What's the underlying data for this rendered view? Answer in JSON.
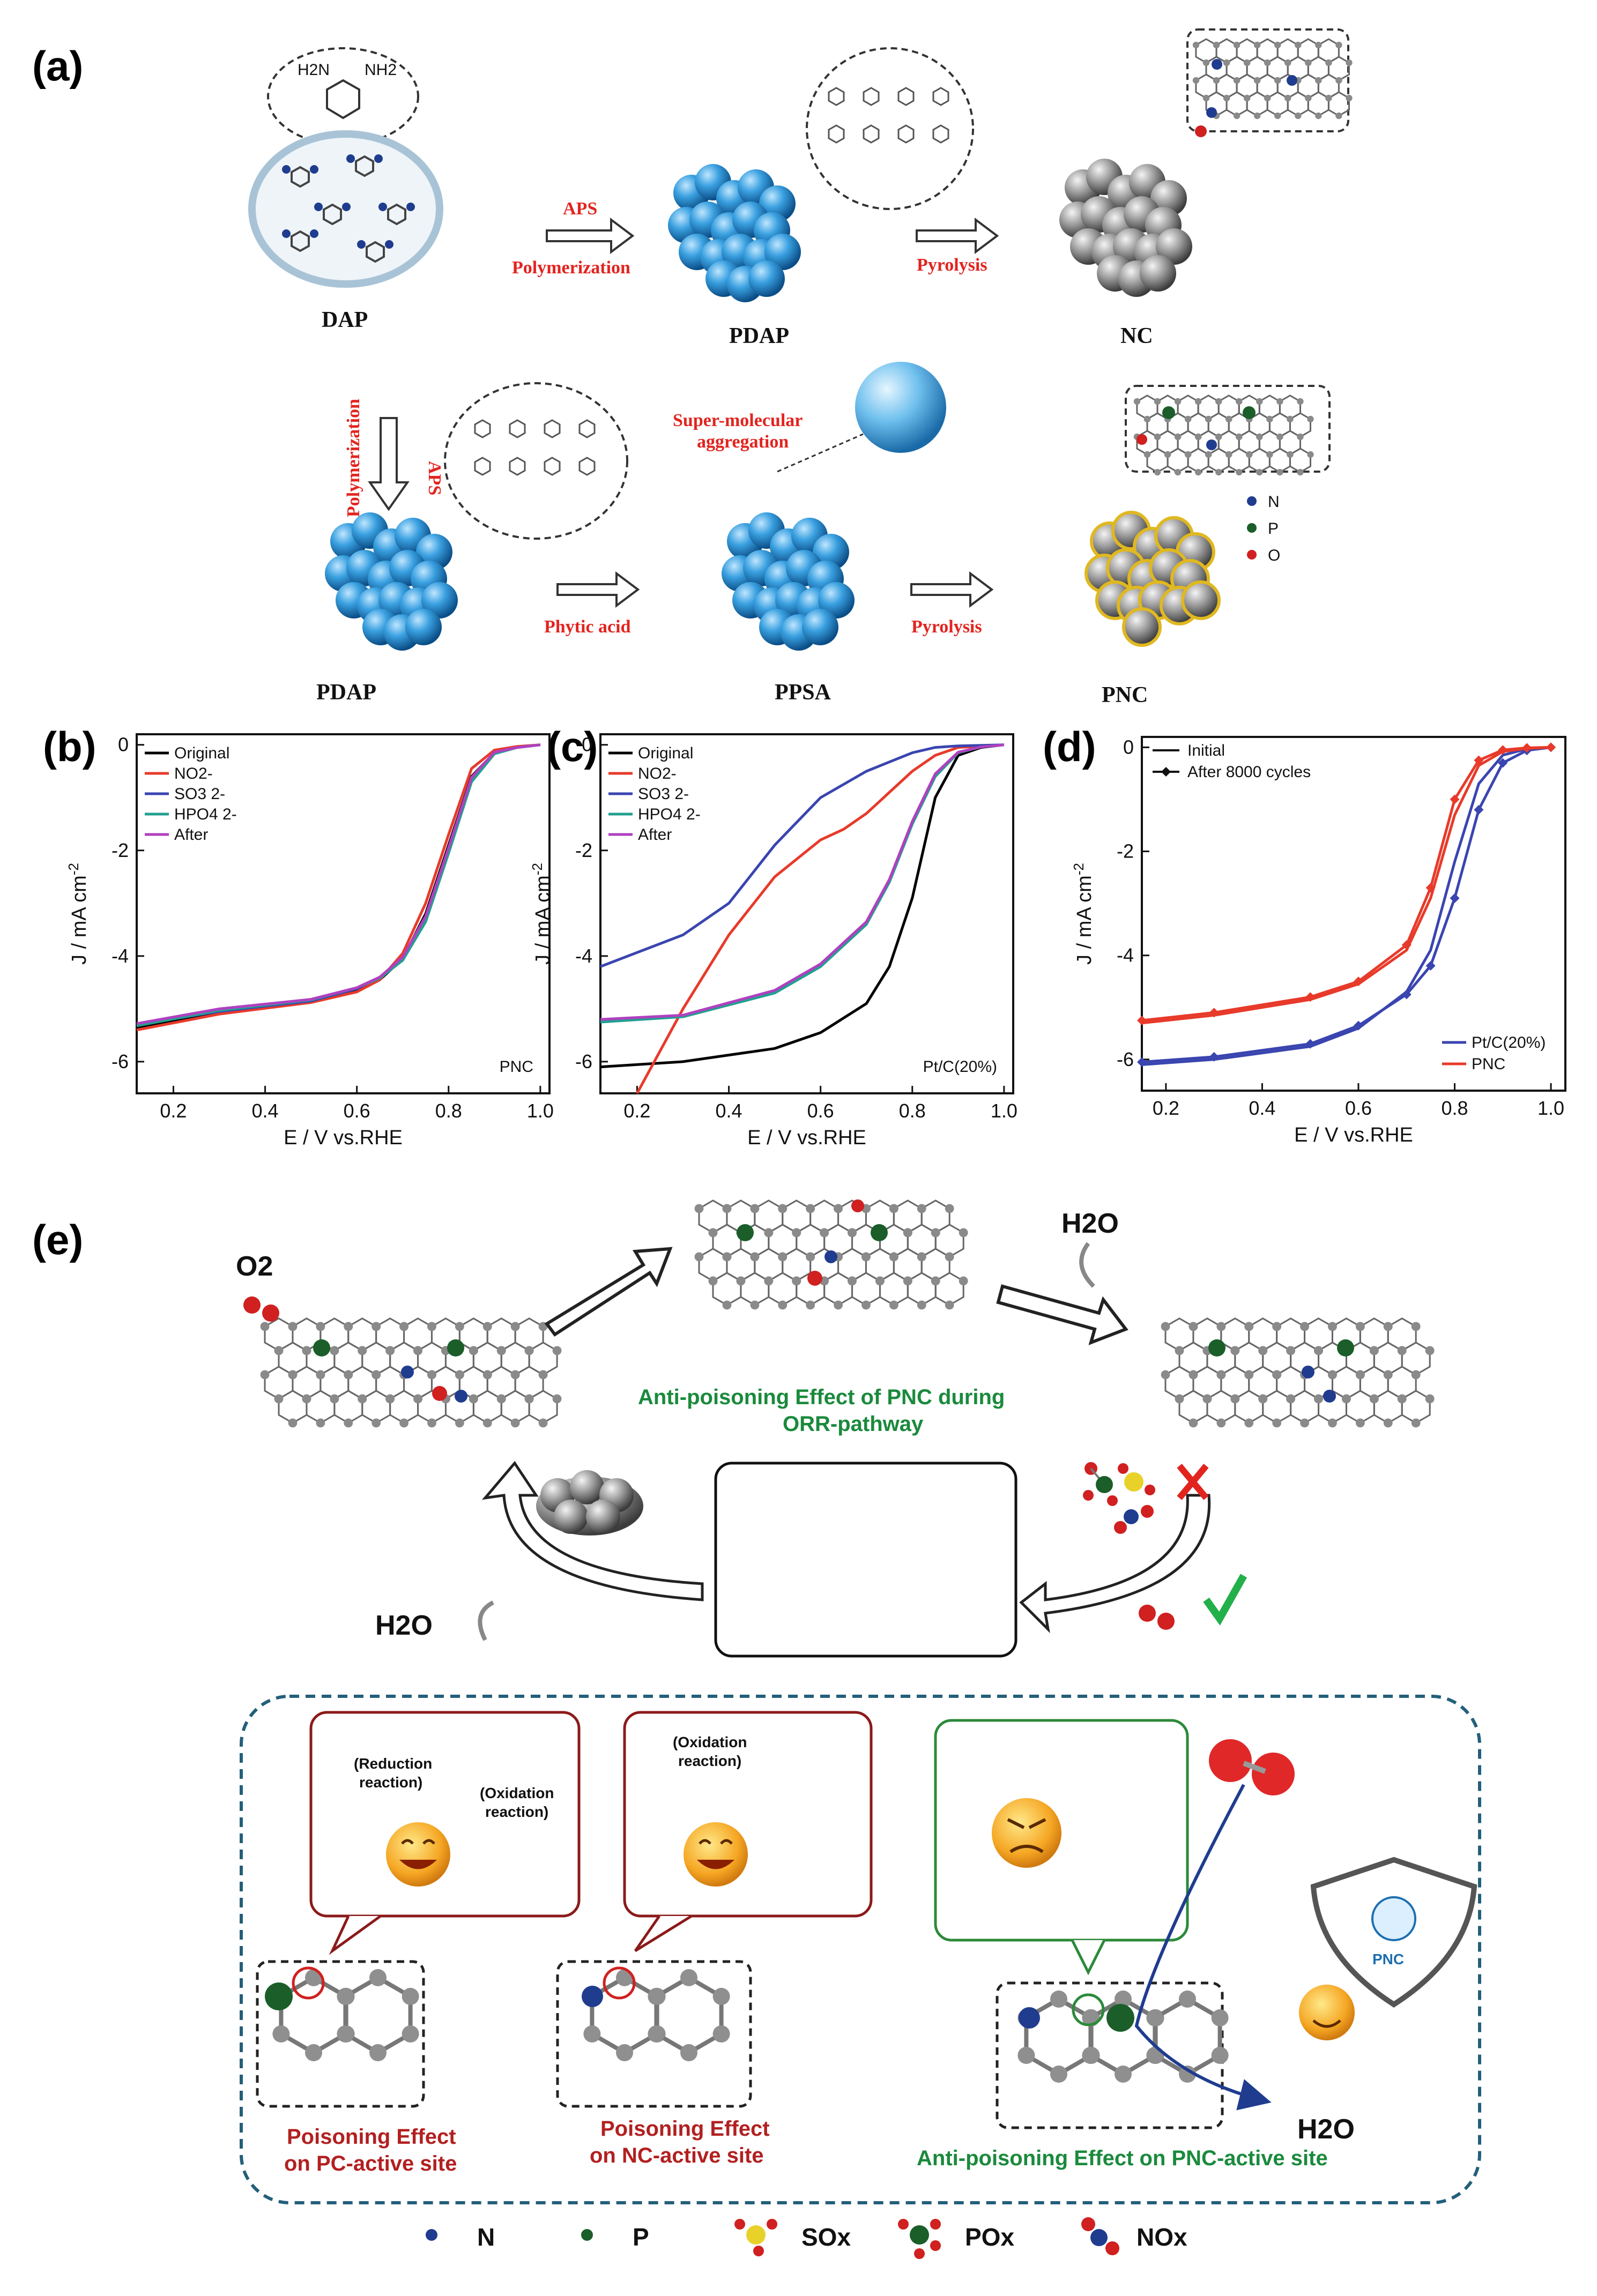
{
  "panels": {
    "a": "(a)",
    "b": "(b)",
    "c": "(c)",
    "d": "(d)",
    "e": "(e)"
  },
  "panel_a": {
    "labels": {
      "dap": "DAP",
      "pdap": "PDAP",
      "nc": "NC",
      "pdap2": "PDAP",
      "ppsa": "PPSA",
      "pnc": "PNC"
    },
    "arrows": {
      "aps": "APS",
      "polymerization": "Polymerization",
      "pyrolysis": "Pyrolysis",
      "polymerization_v": "Polymerization",
      "aps_v": "APS",
      "phytic_acid": "Phytic acid",
      "pyrolysis2": "Pyrolysis"
    },
    "supermolecular": [
      "Super-molecular",
      "aggregation"
    ],
    "molecule_label": {
      "h2n_left": "H2N",
      "nh2_right": "NH2"
    },
    "legend": [
      {
        "label": "N",
        "color": "#1f3c8f"
      },
      {
        "label": "P",
        "color": "#1b5e2a"
      },
      {
        "label": "O",
        "color": "#d02020"
      }
    ]
  },
  "charts": {
    "ylabel": "J / mA cm",
    "ylabel_sup": "-2",
    "xlabel": "E / V vs.RHE",
    "b_annot": "PNC",
    "c_annot": "Pt/C(20%)"
  },
  "chart_data": [
    {
      "type": "line",
      "panel": "b",
      "xlim": [
        0.12,
        1.02
      ],
      "ylim": [
        -6.6,
        0.2
      ],
      "xticks": [
        "0.2",
        "0.4",
        "0.6",
        "0.8",
        "1.0"
      ],
      "yticks": [
        "0",
        "-2",
        "-4",
        "-6"
      ],
      "legend_position": "top-left",
      "series": [
        {
          "name": "Original",
          "color": "#000000",
          "x": [
            0.12,
            0.3,
            0.5,
            0.6,
            0.65,
            0.7,
            0.75,
            0.8,
            0.85,
            0.9,
            0.95,
            1.0
          ],
          "y": [
            -5.35,
            -5.05,
            -4.85,
            -4.65,
            -4.45,
            -4.05,
            -3.2,
            -1.9,
            -0.6,
            -0.15,
            -0.05,
            0.0
          ]
        },
        {
          "name": "NO2-",
          "color": "#e83a2a",
          "x": [
            0.12,
            0.3,
            0.5,
            0.6,
            0.65,
            0.7,
            0.75,
            0.8,
            0.85,
            0.9,
            0.95,
            1.0
          ],
          "y": [
            -5.4,
            -5.1,
            -4.88,
            -4.68,
            -4.45,
            -3.95,
            -3.0,
            -1.7,
            -0.45,
            -0.1,
            -0.03,
            0.0
          ]
        },
        {
          "name": "SO3 2-",
          "color": "#3a45b0",
          "x": [
            0.12,
            0.3,
            0.5,
            0.6,
            0.65,
            0.7,
            0.75,
            0.8,
            0.85,
            0.9,
            0.95,
            1.0
          ],
          "y": [
            -5.3,
            -5.05,
            -4.85,
            -4.62,
            -4.4,
            -4.05,
            -3.3,
            -2.0,
            -0.65,
            -0.15,
            -0.05,
            0.0
          ]
        },
        {
          "name": "HPO4 2-",
          "color": "#21a090",
          "x": [
            0.12,
            0.3,
            0.5,
            0.6,
            0.65,
            0.7,
            0.75,
            0.8,
            0.85,
            0.9,
            0.95,
            1.0
          ],
          "y": [
            -5.32,
            -5.03,
            -4.83,
            -4.6,
            -4.42,
            -4.08,
            -3.35,
            -2.05,
            -0.7,
            -0.17,
            -0.05,
            0.0
          ]
        },
        {
          "name": "After",
          "color": "#b040c0",
          "x": [
            0.12,
            0.3,
            0.5,
            0.6,
            0.65,
            0.7,
            0.75,
            0.8,
            0.85,
            0.9,
            0.95,
            1.0
          ],
          "y": [
            -5.28,
            -5.0,
            -4.82,
            -4.6,
            -4.4,
            -4.02,
            -3.25,
            -1.95,
            -0.62,
            -0.14,
            -0.05,
            0.0
          ]
        }
      ]
    },
    {
      "type": "line",
      "panel": "c",
      "xlim": [
        0.12,
        1.02
      ],
      "ylim": [
        -6.6,
        0.2
      ],
      "xticks": [
        "0.2",
        "0.4",
        "0.6",
        "0.8",
        "1.0"
      ],
      "yticks": [
        "0",
        "-2",
        "-4",
        "-6"
      ],
      "legend_position": "top-left",
      "series": [
        {
          "name": "Original",
          "color": "#000000",
          "x": [
            0.12,
            0.3,
            0.5,
            0.6,
            0.7,
            0.75,
            0.8,
            0.85,
            0.9,
            0.95,
            1.0
          ],
          "y": [
            -6.1,
            -6.0,
            -5.75,
            -5.45,
            -4.9,
            -4.2,
            -2.9,
            -1.0,
            -0.2,
            -0.05,
            0.0
          ]
        },
        {
          "name": "NO2-",
          "color": "#e83a2a",
          "x": [
            0.2,
            0.25,
            0.3,
            0.4,
            0.5,
            0.6,
            0.65,
            0.7,
            0.75,
            0.8,
            0.85,
            0.9,
            1.0
          ],
          "y": [
            -6.6,
            -5.8,
            -5.0,
            -3.6,
            -2.5,
            -1.8,
            -1.6,
            -1.3,
            -0.9,
            -0.5,
            -0.2,
            -0.05,
            0.0
          ]
        },
        {
          "name": "SO3 2-",
          "color": "#3a45b0",
          "x": [
            0.12,
            0.3,
            0.4,
            0.5,
            0.6,
            0.7,
            0.8,
            0.85,
            0.9,
            1.0
          ],
          "y": [
            -4.2,
            -3.6,
            -3.0,
            -1.9,
            -1.0,
            -0.5,
            -0.15,
            -0.05,
            -0.02,
            0.0
          ]
        },
        {
          "name": "HPO4 2-",
          "color": "#21a090",
          "x": [
            0.12,
            0.3,
            0.5,
            0.6,
            0.7,
            0.75,
            0.8,
            0.85,
            0.9,
            0.95,
            1.0
          ],
          "y": [
            -5.25,
            -5.15,
            -4.7,
            -4.2,
            -3.4,
            -2.6,
            -1.5,
            -0.6,
            -0.15,
            -0.04,
            0.0
          ]
        },
        {
          "name": "After",
          "color": "#b040c0",
          "x": [
            0.12,
            0.3,
            0.5,
            0.6,
            0.7,
            0.75,
            0.8,
            0.85,
            0.9,
            0.95,
            1.0
          ],
          "y": [
            -5.2,
            -5.12,
            -4.65,
            -4.15,
            -3.35,
            -2.55,
            -1.45,
            -0.55,
            -0.14,
            -0.04,
            0.0
          ]
        }
      ]
    },
    {
      "type": "line",
      "panel": "d",
      "xlim": [
        0.15,
        1.03
      ],
      "ylim": [
        -6.6,
        0.2
      ],
      "xticks": [
        "0.2",
        "0.4",
        "0.6",
        "0.8",
        "1.0"
      ],
      "yticks": [
        "0",
        "-2",
        "-4",
        "-6"
      ],
      "legend_position": "top-left / bottom-right",
      "style_legend": [
        {
          "name": "Initial",
          "marker": "none"
        },
        {
          "name": "After 8000 cycles",
          "marker": "diamond"
        }
      ],
      "series": [
        {
          "name": "Pt/C(20%)",
          "style": "initial",
          "color": "#3a45b0",
          "x": [
            0.15,
            0.3,
            0.5,
            0.6,
            0.7,
            0.75,
            0.8,
            0.85,
            0.9,
            0.95,
            1.0
          ],
          "y": [
            -6.1,
            -6.0,
            -5.75,
            -5.4,
            -4.7,
            -3.9,
            -2.2,
            -0.7,
            -0.15,
            -0.03,
            0.0
          ]
        },
        {
          "name": "Pt/C(20%)",
          "style": "after",
          "color": "#3a45b0",
          "x": [
            0.15,
            0.3,
            0.5,
            0.6,
            0.7,
            0.75,
            0.8,
            0.85,
            0.9,
            0.95,
            1.0
          ],
          "y": [
            -6.05,
            -5.95,
            -5.7,
            -5.35,
            -4.75,
            -4.2,
            -2.9,
            -1.2,
            -0.3,
            -0.06,
            0.0
          ]
        },
        {
          "name": "PNC",
          "style": "initial",
          "color": "#e83a2a",
          "x": [
            0.15,
            0.3,
            0.5,
            0.6,
            0.7,
            0.75,
            0.8,
            0.85,
            0.9,
            0.95,
            1.0
          ],
          "y": [
            -5.3,
            -5.15,
            -4.85,
            -4.55,
            -3.9,
            -2.9,
            -1.3,
            -0.35,
            -0.08,
            -0.02,
            0.0
          ]
        },
        {
          "name": "PNC",
          "style": "after",
          "color": "#e83a2a",
          "x": [
            0.15,
            0.3,
            0.5,
            0.6,
            0.7,
            0.75,
            0.8,
            0.85,
            0.9,
            0.95,
            1.0
          ],
          "y": [
            -5.25,
            -5.1,
            -4.8,
            -4.5,
            -3.8,
            -2.7,
            -1.0,
            -0.25,
            -0.05,
            -0.01,
            0.0
          ]
        }
      ]
    }
  ],
  "panel_e": {
    "o2": "O2",
    "h2o_top": "H2O",
    "h2o_left": "H2O",
    "center_title": [
      "Anti-poisoning Effect of PNC during",
      "ORR-pathway"
    ],
    "bubble1": [
      "(Reduction",
      "reaction)",
      "(Oxidation",
      "reaction)"
    ],
    "bubble2": [
      "(Oxidation",
      "reaction)"
    ],
    "caption1": [
      "Poisoning Effect",
      "on PC-active site"
    ],
    "caption2": [
      "Poisoning Effect",
      "on NC-active site"
    ],
    "caption3": "Anti-poisoning Effect on PNC-active site",
    "h2o_right": "H2O",
    "shield": "PNC",
    "legend": [
      {
        "label": "N"
      },
      {
        "label": "P"
      },
      {
        "label": "SOx"
      },
      {
        "label": "POx"
      },
      {
        "label": "NOx"
      }
    ]
  }
}
